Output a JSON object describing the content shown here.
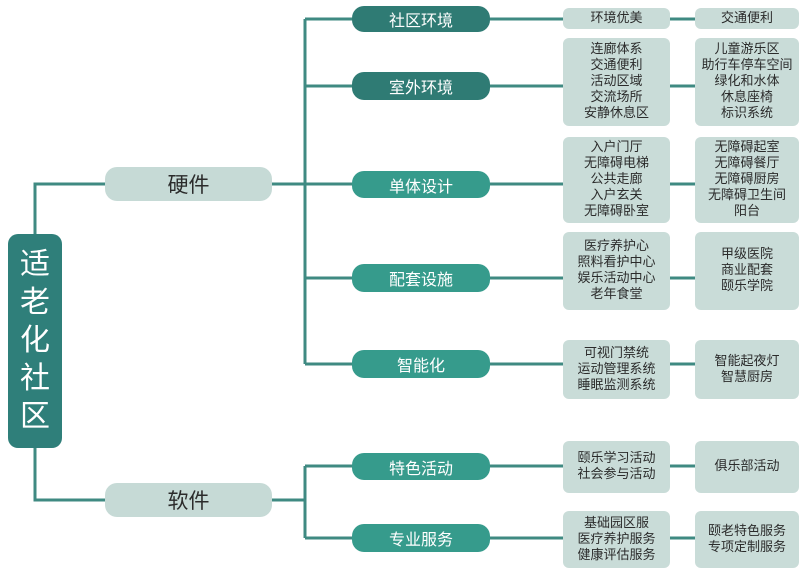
{
  "colors": {
    "line": "#3f8a82",
    "root": "#2f7f7a",
    "level1": "#c6dad6",
    "level2_dark": "#2f7b74",
    "level2_mid": "#369b8c",
    "leaf": "#c9dcd8"
  },
  "root": [
    "适",
    "老",
    "化",
    "社",
    "区"
  ],
  "hardware": {
    "label": "硬件",
    "community": {
      "label": "社区环境",
      "a": [
        "环境优美"
      ],
      "b": [
        "交通便利"
      ]
    },
    "outdoor": {
      "label": "室外环境",
      "a": [
        "连廊体系",
        "交通便利",
        "活动区域",
        "交流场所",
        "安静休息区"
      ],
      "b": [
        "儿童游乐区",
        "助行车停车空间",
        "绿化和水体",
        "休息座椅",
        "标识系统"
      ]
    },
    "unit": {
      "label": "单体设计",
      "a": [
        "入户门厅",
        "无障碍电梯",
        "公共走廊",
        "入户玄关",
        "无障碍卧室"
      ],
      "b": [
        "无障碍起室",
        "无障碍餐厅",
        "无障碍厨房",
        "无障碍卫生间",
        "阳台"
      ]
    },
    "facilities": {
      "label": "配套设施",
      "a": [
        "医疗养护心",
        "照料看护中心",
        "娱乐活动中心",
        "老年食堂"
      ],
      "b": [
        "甲级医院",
        "商业配套",
        "颐乐学院"
      ]
    },
    "smart": {
      "label": "智能化",
      "a": [
        "可视门禁统",
        "运动管理系统",
        "睡眠监测系统"
      ],
      "b": [
        "智能起夜灯",
        "智慧厨房"
      ]
    }
  },
  "software": {
    "label": "软件",
    "activities": {
      "label": "特色活动",
      "a": [
        "颐乐学习活动",
        "社会参与活动"
      ],
      "b": [
        "俱乐部活动"
      ]
    },
    "services": {
      "label": "专业服务",
      "a": [
        "基础园区服",
        "医疗养护服务",
        "健康评估服务"
      ],
      "b": [
        "颐老特色服务",
        "专项定制服务"
      ]
    }
  }
}
